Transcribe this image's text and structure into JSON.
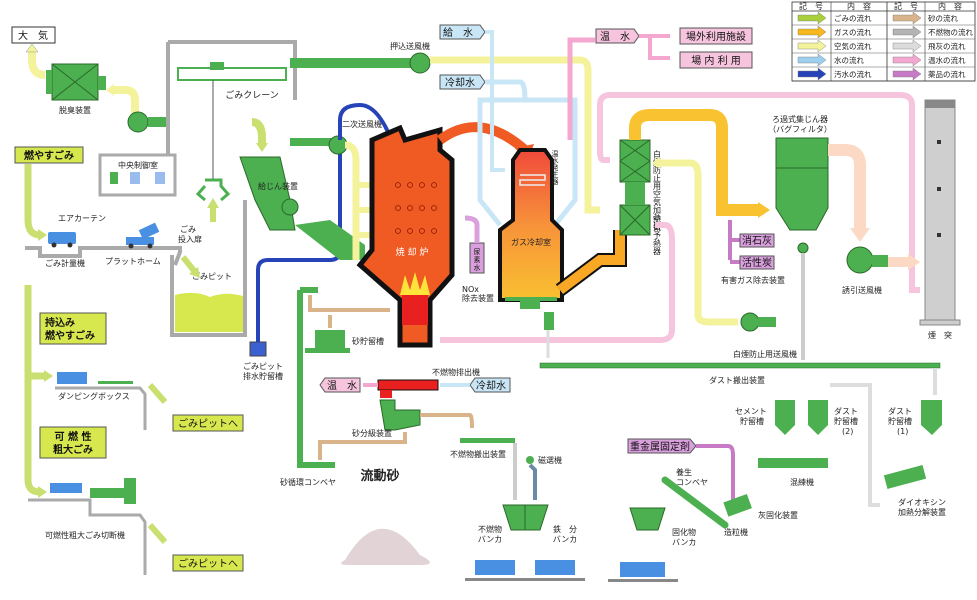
{
  "diagram": {
    "type": "waste incineration plant process flow",
    "legend": {
      "headers": [
        "記　号",
        "内　容",
        "記　号",
        "内　容"
      ],
      "items": [
        {
          "label": "ごみの流れ",
          "color": "#a9cf3c"
        },
        {
          "label": "ガスの流れ",
          "color": "#f5b81d"
        },
        {
          "label": "空気の流れ",
          "color": "#f4f39b"
        },
        {
          "label": "水の流れ",
          "color": "#9dd0ee"
        },
        {
          "label": "汚水の流れ",
          "color": "#2643b8"
        },
        {
          "label": "砂の流れ",
          "color": "#d9b48a"
        },
        {
          "label": "不燃物の流れ",
          "color": "#b3b3b3"
        },
        {
          "label": "飛灰の流れ",
          "color": "#dcdcdc"
        },
        {
          "label": "温水の流れ",
          "color": "#f4a7cf"
        },
        {
          "label": "薬品の流れ",
          "color": "#c77bc7"
        }
      ]
    },
    "labels": {
      "atmosphere": "大　気",
      "deodorizer": "脱臭装置",
      "crane": "ごみクレーン",
      "control_room": "中央制御室",
      "air_curtain": "エアカーテン",
      "waste_input_door": "ごみ\n投入扉",
      "platform": "プラットホーム",
      "weighing": "ごみ計量機",
      "pit": "ごみピット",
      "pit_drain": "ごみピット\n排水貯留槽",
      "feeder": "給じん装置",
      "push_fan": "押込送風機",
      "secondary_fan": "二次送風機",
      "feed_water": "給　水",
      "cooling_water": "冷却水",
      "hot_water": "温　水",
      "offsite_use": "場外利用施設",
      "onsite_use": "場 内 利 用",
      "furnace": "焼 却 炉",
      "urea": "尿素水",
      "nox": "NOx\n除去装置",
      "hot_water_gen": "温水発生器",
      "gas_cooling": "ガス冷却室",
      "white_smoke_heater": "白煙防止用空気加熱器",
      "air_preheater": "空気予熱器",
      "bag_filter": "ろ過式集じん器\n（バグフィルタ）",
      "slaked_lime": "消石灰",
      "activated_carbon": "活性炭",
      "harmful_gas": "有害ガス除去装置",
      "induced_fan": "誘引送風機",
      "stack": "煙　突",
      "white_smoke_fan": "白煙防止用送風機",
      "dust_conveyor": "ダスト搬出装置",
      "sand_storage": "砂貯留槽",
      "incombustible_discharge": "不燃物排出機",
      "hot_water2": "温　水",
      "cooling_water2": "冷却水",
      "sand_classifier": "砂分級装置",
      "sand_circ_conveyor": "砂循環コンベヤ",
      "incombustible_conveyor": "不燃物搬出装置",
      "magnet": "磁選機",
      "incombustible_bunker": "不燃物\nバンカ",
      "iron_bunker": "鉄　分\nバンカ",
      "fluid_sand": "流動砂",
      "burnable": "燃やすごみ",
      "brought_burnable": "持込み\n燃やすごみ",
      "dumping_box": "ダンピングボックス",
      "to_pit_1": "ごみピットへ",
      "bulky": "可 燃 性\n粗大ごみ",
      "bulky_cutter": "可燃性粗大ごみ切断機",
      "to_pit_2": "ごみピットへ",
      "heavy_metal": "重金属固定剤",
      "curing_conveyor": "養生\nコンベヤ",
      "cement_tank": "セメント\n貯留槽",
      "dust_tank2": "ダスト\n貯留槽\n(2)",
      "dust_tank1": "ダスト\n貯留槽\n(1)",
      "kneader": "混練機",
      "ash_solidify": "灰固化装置",
      "granulator": "造粒機",
      "solid_bunker": "固化物\nバンカ",
      "dioxin": "ダイオキシン\n加熱分解装置"
    }
  }
}
